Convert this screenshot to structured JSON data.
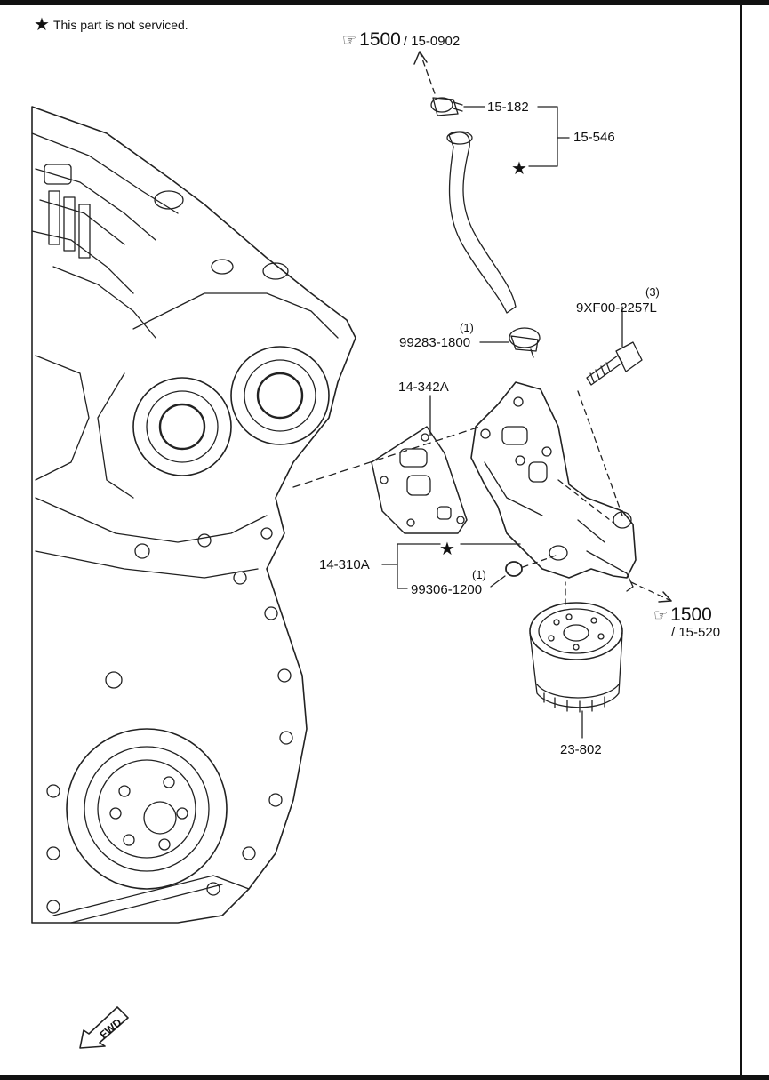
{
  "note": {
    "icon": "star-icon",
    "text": "This part is not serviced."
  },
  "refs": {
    "top": {
      "icon": "pointing-hand-icon",
      "number": "1500",
      "sub": "/ 15-0902"
    },
    "right": {
      "icon": "pointing-hand-icon",
      "number": "1500",
      "sub": "/ 15-520"
    }
  },
  "labels": {
    "clamp_upper": "15-182",
    "hose_assy": "15-546",
    "bolt_qty": "(3)",
    "bolt": "9XF00-2257L",
    "clamp_lower_qty": "(1)",
    "clamp_lower": "99283-1800",
    "gasket": "14-342A",
    "oil_cooler": "14-310A",
    "oring_qty": "(1)",
    "oring": "99306-1200",
    "filter": "23-802"
  },
  "fwd": {
    "icon": "forward-arrow-icon",
    "text": "FWD"
  }
}
